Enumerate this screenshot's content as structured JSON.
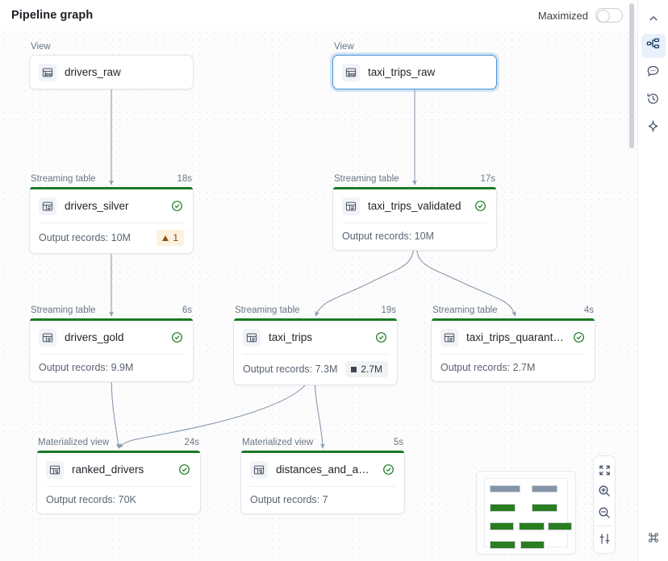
{
  "header": {
    "title": "Pipeline graph",
    "maximized_label": "Maximized",
    "maximized_on": false
  },
  "colors": {
    "table_accent": "#1a7a25",
    "status_ok": "#1a7a25",
    "selection": "#4a90d9",
    "warn_bg": "#fcf1dd",
    "warn_fg": "#7a4a10",
    "drop_bg": "#f1f2f4",
    "minimap_view": "#8595a8",
    "minimap_table": "#2b7d21"
  },
  "graph": {
    "nodes": [
      {
        "id": "drivers_raw",
        "type_label": "View",
        "duration": "",
        "name": "drivers_raw",
        "icon": "view-table-icon",
        "records": null,
        "status": null,
        "badge": null,
        "selected": false,
        "accent": false
      },
      {
        "id": "taxi_trips_raw",
        "type_label": "View",
        "duration": "",
        "name": "taxi_trips_raw",
        "icon": "view-table-icon",
        "records": null,
        "status": null,
        "badge": null,
        "selected": true,
        "accent": false
      },
      {
        "id": "drivers_silver",
        "type_label": "Streaming table",
        "duration": "18s",
        "name": "drivers_silver",
        "icon": "streaming-table-icon",
        "records": "Output records: 10M",
        "status": "success",
        "badge": {
          "kind": "warning",
          "text": "1"
        },
        "selected": false,
        "accent": true
      },
      {
        "id": "taxi_trips_validated",
        "type_label": "Streaming table",
        "duration": "17s",
        "name": "taxi_trips_validated",
        "icon": "streaming-table-icon",
        "records": "Output records: 10M",
        "status": "success",
        "badge": null,
        "selected": false,
        "accent": true
      },
      {
        "id": "drivers_gold",
        "type_label": "Streaming table",
        "duration": "6s",
        "name": "drivers_gold",
        "icon": "streaming-table-icon",
        "records": "Output records: 9.9M",
        "status": "success",
        "badge": null,
        "selected": false,
        "accent": true
      },
      {
        "id": "taxi_trips",
        "type_label": "Streaming table",
        "duration": "19s",
        "name": "taxi_trips",
        "icon": "streaming-table-icon",
        "records": "Output records: 7.3M",
        "status": "success",
        "badge": {
          "kind": "dropped",
          "text": "2.7M"
        },
        "selected": false,
        "accent": true
      },
      {
        "id": "taxi_trips_quarantine",
        "type_label": "Streaming table",
        "duration": "4s",
        "name": "taxi_trips_quarantine",
        "icon": "streaming-table-icon",
        "records": "Output records: 2.7M",
        "status": "success",
        "badge": null,
        "selected": false,
        "accent": true
      },
      {
        "id": "ranked_drivers",
        "type_label": "Materialized view",
        "duration": "24s",
        "name": "ranked_drivers",
        "icon": "materialized-view-icon",
        "records": "Output records: 70K",
        "status": "success",
        "badge": null,
        "selected": false,
        "accent": true
      },
      {
        "id": "distances_and_amounts",
        "type_label": "Materialized view",
        "duration": "5s",
        "name": "distances_and_amounts_b...",
        "icon": "materialized-view-icon",
        "records": "Output records: 7",
        "status": "success",
        "badge": null,
        "selected": false,
        "accent": true
      }
    ],
    "edges": [
      {
        "from": "drivers_raw",
        "to": "drivers_silver"
      },
      {
        "from": "taxi_trips_raw",
        "to": "taxi_trips_validated"
      },
      {
        "from": "drivers_silver",
        "to": "drivers_gold"
      },
      {
        "from": "taxi_trips_validated",
        "to": "taxi_trips"
      },
      {
        "from": "taxi_trips_validated",
        "to": "taxi_trips_quarantine"
      },
      {
        "from": "drivers_gold",
        "to": "ranked_drivers"
      },
      {
        "from": "taxi_trips",
        "to": "ranked_drivers"
      },
      {
        "from": "taxi_trips",
        "to": "distances_and_amounts"
      }
    ]
  },
  "minimap": {
    "name": "graph-minimap",
    "bars": [
      {
        "kind": "view",
        "x": 6,
        "y": 8,
        "w": 38,
        "h": 9
      },
      {
        "kind": "view",
        "x": 58,
        "y": 8,
        "w": 32,
        "h": 9
      },
      {
        "kind": "table",
        "x": 6,
        "y": 31,
        "w": 32,
        "h": 10
      },
      {
        "kind": "table",
        "x": 58,
        "y": 31,
        "w": 32,
        "h": 10
      },
      {
        "kind": "table",
        "x": 6,
        "y": 54,
        "w": 30,
        "h": 10
      },
      {
        "kind": "table",
        "x": 42,
        "y": 54,
        "w": 32,
        "h": 10
      },
      {
        "kind": "table",
        "x": 78,
        "y": 54,
        "w": 30,
        "h": 10
      },
      {
        "kind": "table",
        "x": 6,
        "y": 77,
        "w": 32,
        "h": 10
      },
      {
        "kind": "table",
        "x": 44,
        "y": 77,
        "w": 30,
        "h": 10
      }
    ]
  },
  "controls": [
    {
      "id": "fit-view",
      "icon": "fit-screen-icon",
      "label": "Fit view"
    },
    {
      "id": "zoom-in",
      "icon": "zoom-in-icon",
      "label": "Zoom in"
    },
    {
      "id": "zoom-out",
      "icon": "zoom-out-icon",
      "label": "Zoom out"
    },
    {
      "id": "settings",
      "icon": "sliders-icon",
      "label": "Graph settings"
    }
  ],
  "rail": [
    {
      "id": "collapse",
      "icon": "chevron-up-icon",
      "active": false
    },
    {
      "id": "pipeline-graph",
      "icon": "pipeline-graph-icon",
      "active": true
    },
    {
      "id": "comments",
      "icon": "comment-bubble-icon",
      "active": false
    },
    {
      "id": "history",
      "icon": "history-clock-icon",
      "active": false
    },
    {
      "id": "assistant",
      "icon": "sparkle-ai-icon",
      "active": false
    },
    {
      "id": "shortcuts",
      "icon": "command-key-icon",
      "active": false
    }
  ]
}
